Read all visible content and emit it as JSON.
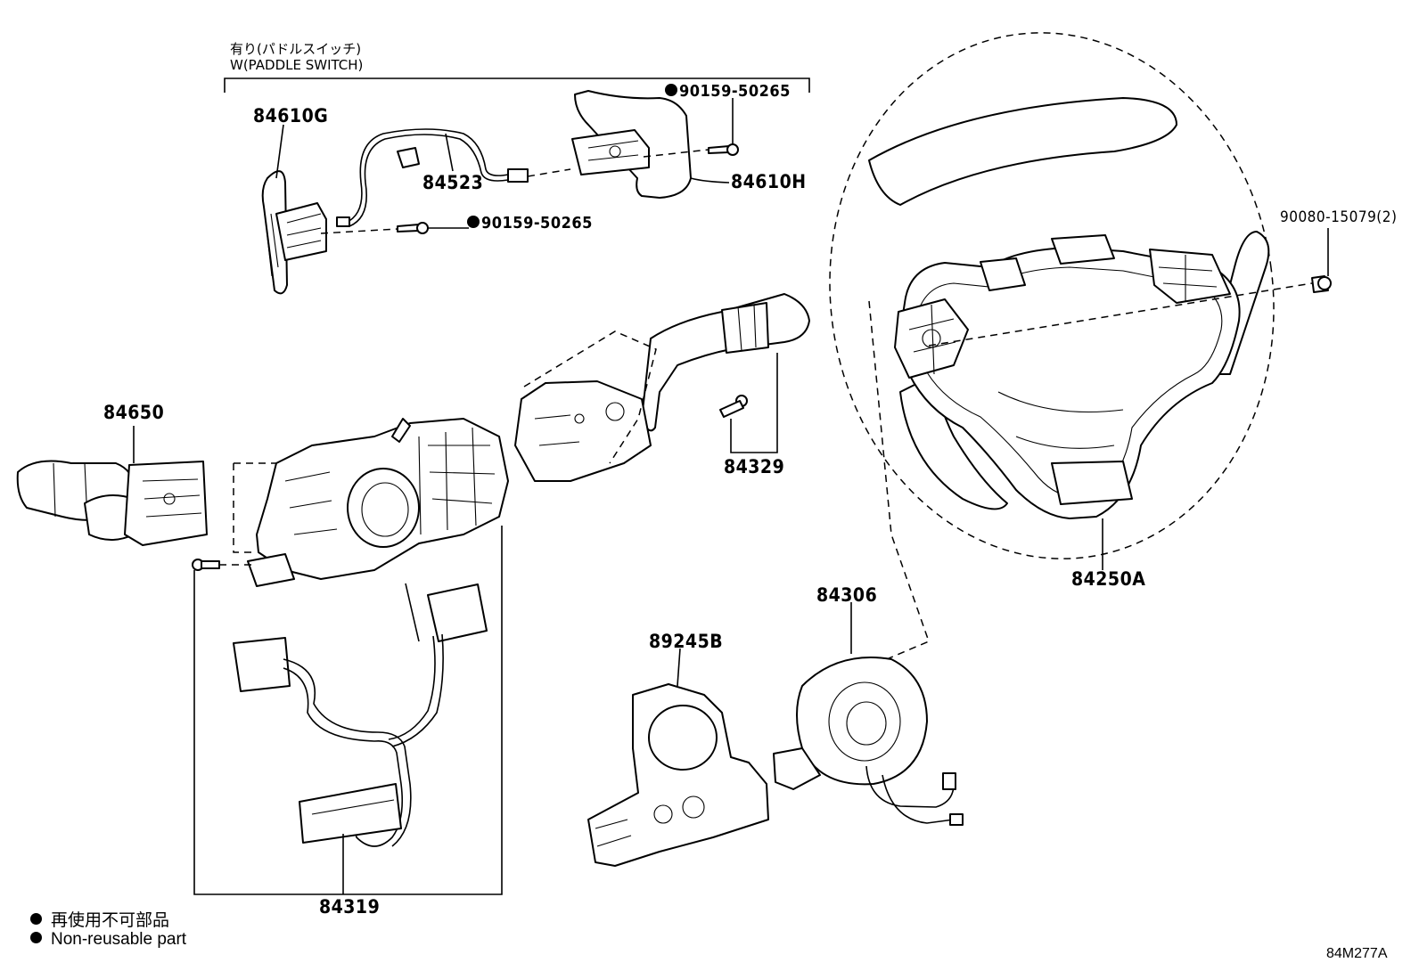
{
  "header": {
    "title_jp": "有り(パドルスイッチ)",
    "title_en": "W(PADDLE SWITCH)"
  },
  "parts": [
    {
      "id": "p84610G",
      "number": "84610G"
    },
    {
      "id": "p84523",
      "number": "84523"
    },
    {
      "id": "p84610H",
      "number": "84610H"
    },
    {
      "id": "p90159a",
      "number": "90159-50265",
      "non_reusable": true
    },
    {
      "id": "p90159b",
      "number": "90159-50265",
      "non_reusable": true
    },
    {
      "id": "p90080",
      "number": "90080-15079(2)"
    },
    {
      "id": "p84650",
      "number": "84650"
    },
    {
      "id": "p84329",
      "number": "84329"
    },
    {
      "id": "p84250A",
      "number": "84250A"
    },
    {
      "id": "p84306",
      "number": "84306"
    },
    {
      "id": "p89245B",
      "number": "89245B"
    },
    {
      "id": "p84319",
      "number": "84319"
    }
  ],
  "legend": {
    "jp": "再使用不可部品",
    "en": "Non-reusable part"
  },
  "diagram_code": "84M277A"
}
